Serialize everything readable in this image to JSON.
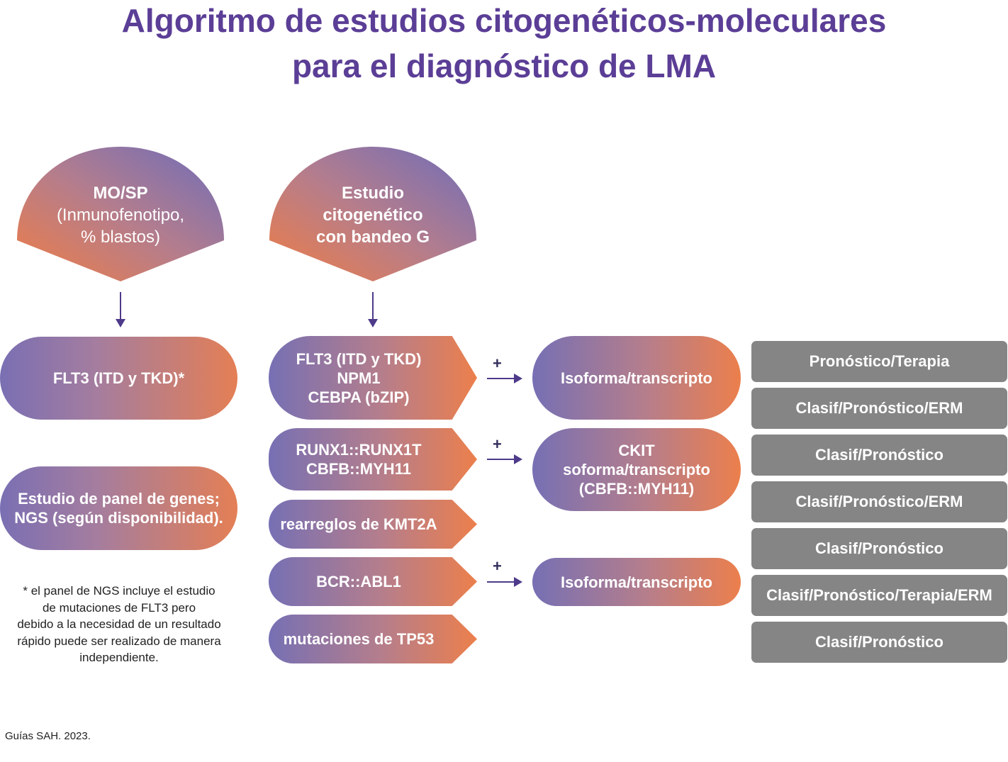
{
  "title": {
    "line1": "Algoritmo de estudios citogenéticos-moleculares",
    "line2": "para el diagnóstico de LMA"
  },
  "left_fan": {
    "line1": "MO/SP",
    "line2": "(Inmunofenotipo,",
    "line3": "% blastos)"
  },
  "mid_fan": {
    "line1": "Estudio",
    "line2": "citogenético",
    "line3": "con bandeo G"
  },
  "left_pills": {
    "flt3": "FLT3 (ITD y TKD)*",
    "ngs_line1": "Estudio de panel de genes;",
    "ngs_line2": "NGS (según disponibilidad)."
  },
  "mid_tags": [
    {
      "lines": [
        "FLT3 (ITD y TKD)",
        "NPM1",
        "CEBPA (bZIP)"
      ]
    },
    {
      "lines": [
        "RUNX1::RUNX1T",
        "CBFB::MYH11"
      ]
    },
    {
      "lines": [
        "rearreglos de KMT2A"
      ]
    },
    {
      "lines": [
        "BCR::ABL1"
      ]
    },
    {
      "lines": [
        "mutaciones de TP53"
      ]
    }
  ],
  "plus_sign": "+",
  "right_pills": [
    {
      "lines": [
        "Isoforma/transcripto"
      ]
    },
    {
      "lines": [
        "CKIT",
        "soforma/transcripto",
        "(CBFB::MYH11)"
      ]
    },
    {
      "lines": [
        "Isoforma/transcripto"
      ]
    }
  ],
  "outcomes": [
    "Pronóstico/Terapia",
    "Clasif/Pronóstico/ERM",
    "Clasif/Pronóstico",
    "Clasif/Pronóstico/ERM",
    "Clasif/Pronóstico",
    "Clasif/Pronóstico/Terapia/ERM",
    "Clasif/Pronóstico"
  ],
  "note": {
    "line1": "* el panel de NGS incluye el estudio",
    "line2": "de mutaciones de FLT3 pero",
    "line3": "debido a la necesidad de un resultado",
    "line4": "rápido puede ser realizado de manera",
    "line5": "independiente."
  },
  "source": "Guías SAH. 2023.",
  "colors": {
    "title": "#5b3e96",
    "gradient_purple": "#7670b4",
    "gradient_orange": "#ec7f4c",
    "outcome_gray": "#858585",
    "arrow": "#4e3a8a"
  }
}
